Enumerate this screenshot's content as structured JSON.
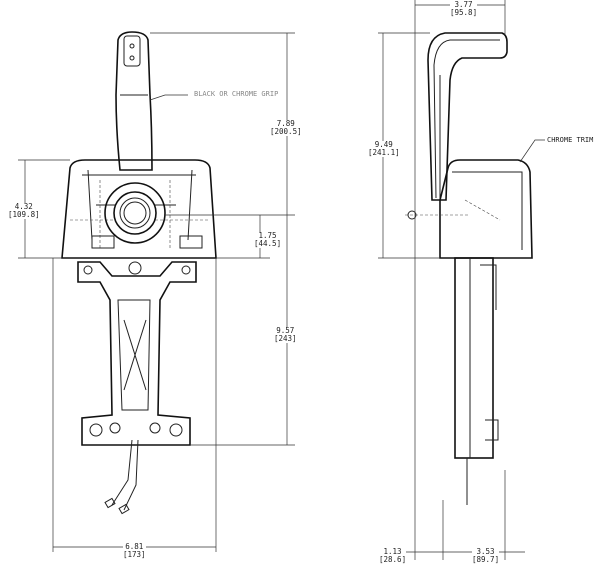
{
  "title": "Control handle dimension drawing",
  "notes": {
    "grip": "BLACK OR CHROME GRIP",
    "trim": "CHROME TRIM"
  },
  "dimensions": {
    "front_total_height": {
      "in": "7.89",
      "mm": "[200.5]"
    },
    "front_hub_height": {
      "in": "1.75",
      "mm": "[44.5]"
    },
    "front_below_hub": {
      "in": "9.57",
      "mm": "[243]"
    },
    "front_housing_height": {
      "in": "4.32",
      "mm": "[109.8]"
    },
    "front_width": {
      "in": "6.81",
      "mm": "[173]"
    },
    "side_top_width": {
      "in": "3.77",
      "mm": "[95.8]"
    },
    "side_total_height": {
      "in": "9.49",
      "mm": "[241.1]"
    },
    "side_offset": {
      "in": "1.13",
      "mm": "[28.6]"
    },
    "side_depth": {
      "in": "3.53",
      "mm": "[89.7]"
    }
  }
}
